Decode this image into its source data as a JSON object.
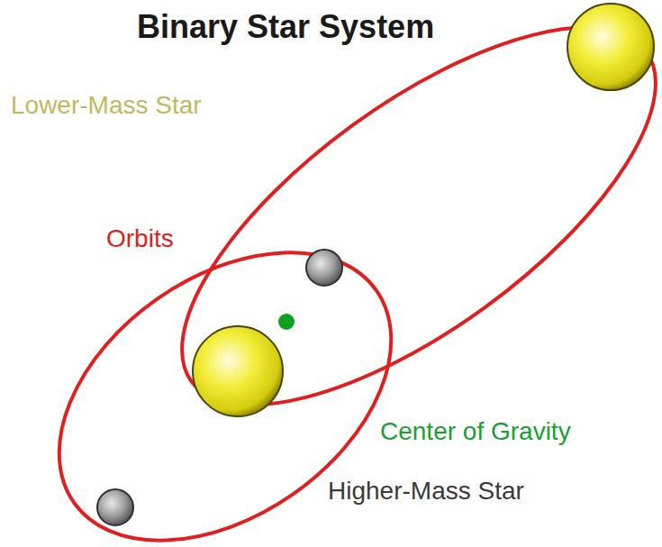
{
  "diagram": {
    "title": "Binary Star System",
    "labels": [
      "Lower-Mass Star",
      "Orbits",
      "Center of Gravity",
      "Higher-Mass Star"
    ]
  }
}
